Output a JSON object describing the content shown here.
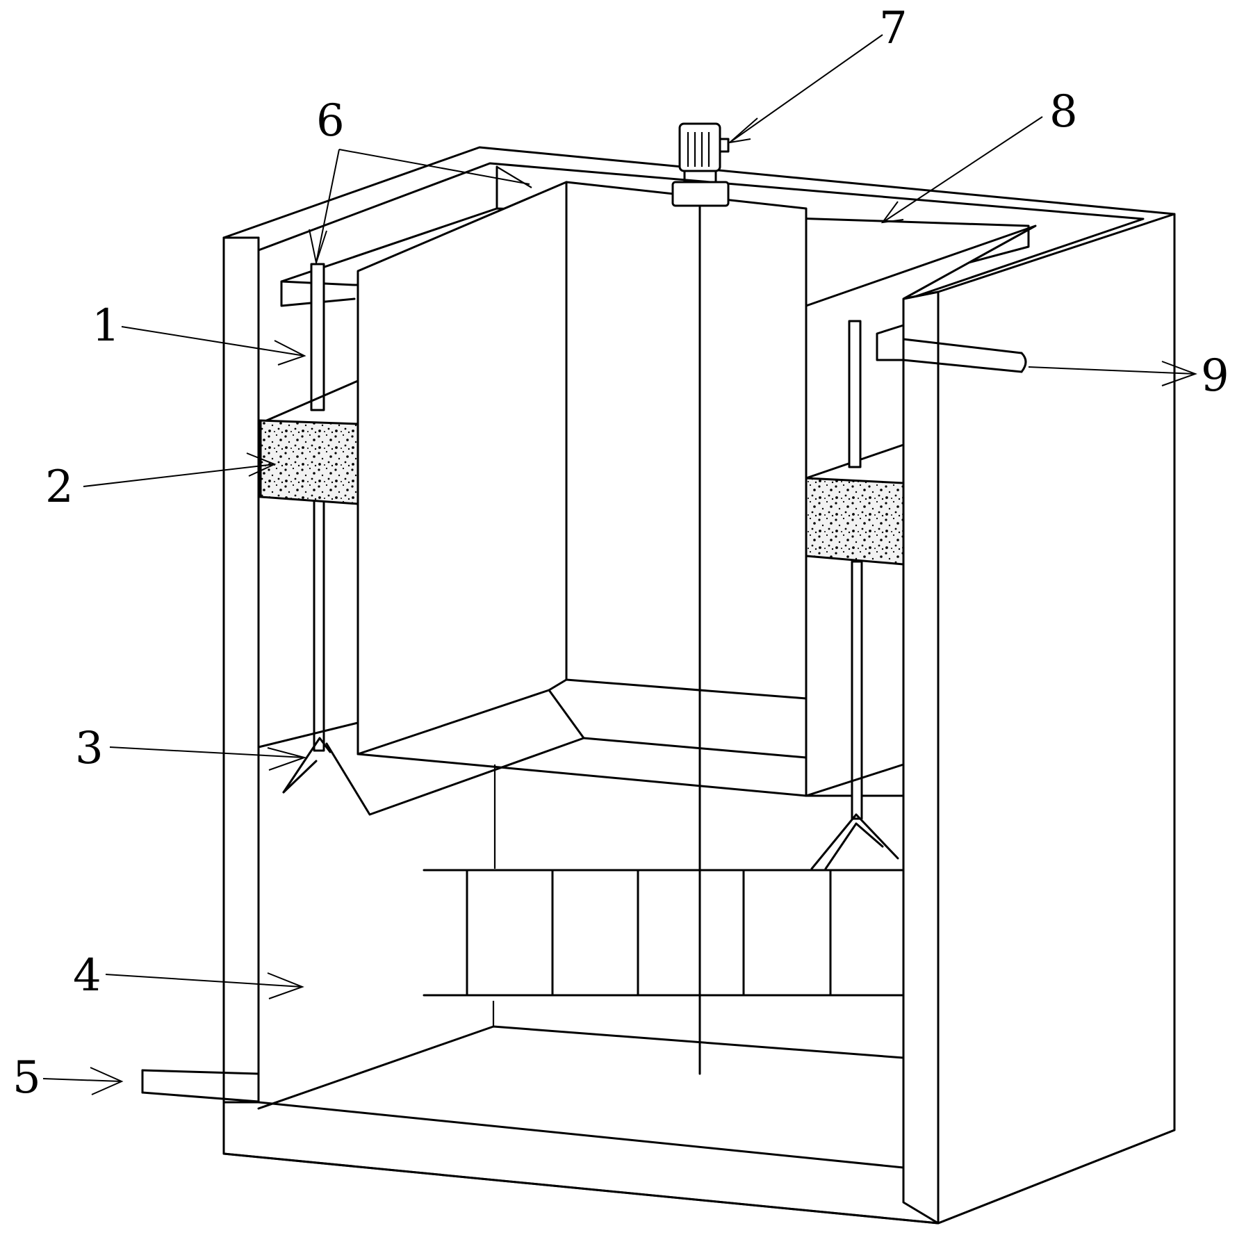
{
  "diagram": {
    "labels": [
      {
        "id": "1",
        "text": "1"
      },
      {
        "id": "2",
        "text": "2"
      },
      {
        "id": "3",
        "text": "3"
      },
      {
        "id": "4",
        "text": "4"
      },
      {
        "id": "5",
        "text": "5"
      },
      {
        "id": "6",
        "text": "6"
      },
      {
        "id": "7",
        "text": "7"
      },
      {
        "id": "8",
        "text": "8"
      },
      {
        "id": "9",
        "text": "9"
      }
    ],
    "colors": {
      "line": "#000000",
      "background": "#ffffff",
      "filter_fill": "#e6e6e6"
    }
  }
}
